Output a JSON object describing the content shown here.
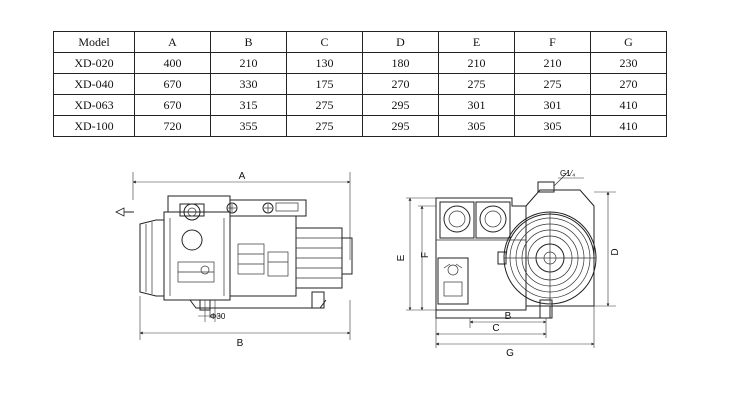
{
  "table": {
    "headers": [
      "Model",
      "A",
      "B",
      "C",
      "D",
      "E",
      "F",
      "G"
    ],
    "rows": [
      [
        "XD-020",
        "400",
        "210",
        "130",
        "180",
        "210",
        "210",
        "230"
      ],
      [
        "XD-040",
        "670",
        "330",
        "175",
        "270",
        "275",
        "275",
        "270"
      ],
      [
        "XD-063",
        "670",
        "315",
        "275",
        "295",
        "301",
        "301",
        "410"
      ],
      [
        "XD-100",
        "720",
        "355",
        "275",
        "295",
        "305",
        "305",
        "410"
      ]
    ]
  },
  "side_view": {
    "dim_a": "A",
    "dim_b": "B",
    "phi_label": "Φ30"
  },
  "front_view": {
    "thread_label": "G1⁄₄",
    "dim_b": "B",
    "dim_c": "C",
    "dim_d": "D",
    "dim_e": "E",
    "dim_f": "F",
    "dim_g": "G"
  }
}
